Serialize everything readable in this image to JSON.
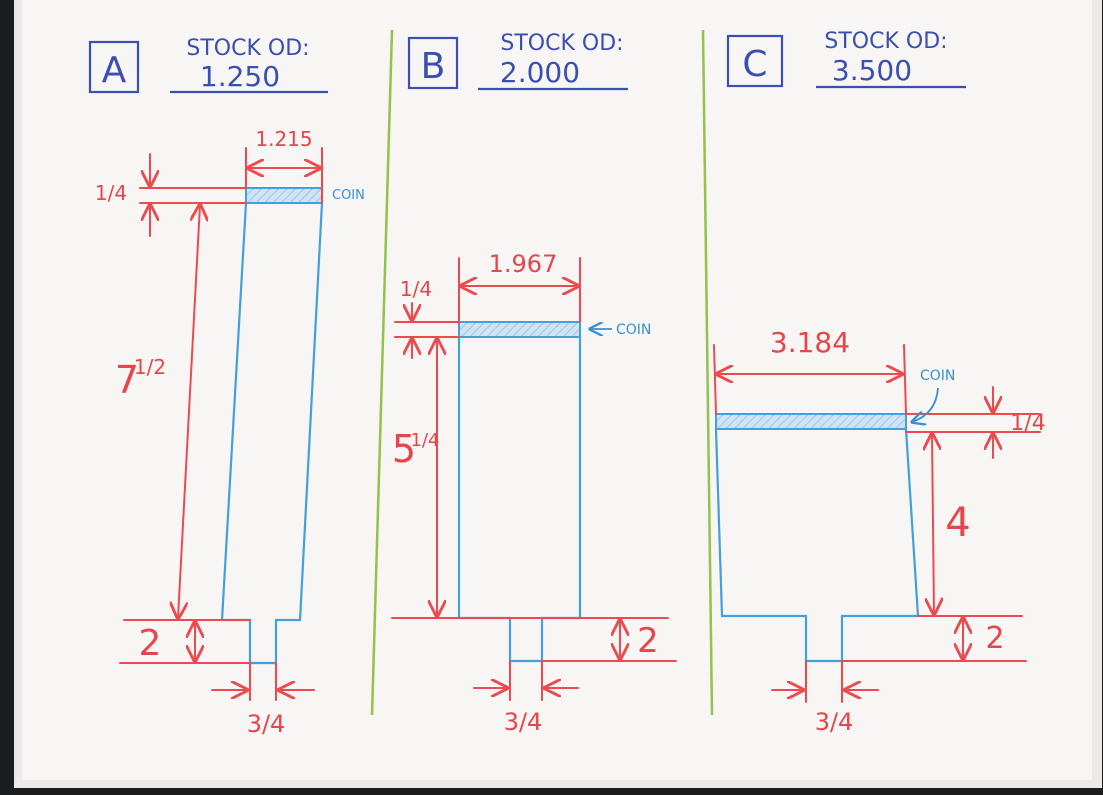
{
  "coin_label": "COIN",
  "panels": {
    "a": {
      "letter": "A",
      "stock_label": "STOCK OD:",
      "stock_value": "1.250",
      "width_dim": "1.215",
      "coin_thickness": "1/4",
      "body_length_whole": "7",
      "body_length_frac": "1/2",
      "base_height": "2",
      "tenon_width": "3/4"
    },
    "b": {
      "letter": "B",
      "stock_label": "STOCK OD:",
      "stock_value": "2.000",
      "width_dim": "1.967",
      "coin_thickness": "1/4",
      "body_length_whole": "5",
      "body_length_frac": "1/4",
      "base_height": "2",
      "tenon_width": "3/4"
    },
    "c": {
      "letter": "C",
      "stock_label": "STOCK OD:",
      "stock_value": "3.500",
      "width_dim": "3.184",
      "coin_thickness": "1/4",
      "body_length": "4",
      "base_height": "2",
      "tenon_width": "3/4"
    }
  }
}
